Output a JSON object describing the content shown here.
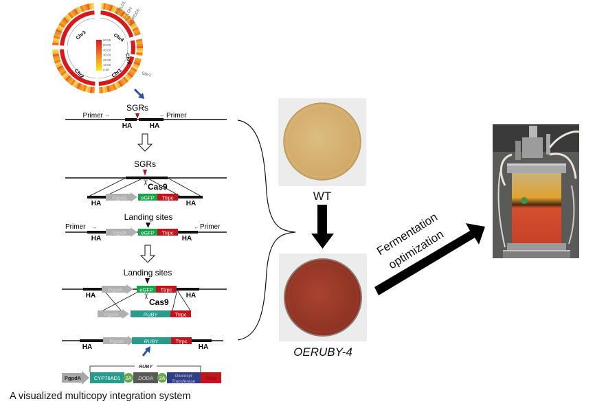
{
  "figure_title": "A visualized multicopy integration system",
  "circos": {
    "chromosomes": [
      "Chr1",
      "Chr2",
      "Chr3",
      "Chr4",
      "Chr5"
    ],
    "gene_labels": [
      "FvBLD1",
      "FvLDH",
      "FvPDC6",
      "Site1"
    ],
    "legend_values": [
      "60.00",
      "50.00",
      "40.00",
      "30.00",
      "20.00",
      "10.00",
      "0.00"
    ],
    "legend_colors": {
      "high": "#d7191c",
      "mid": "#f07d2a",
      "low": "#ffee00"
    }
  },
  "steps": {
    "step1": {
      "site_label": "SGRs",
      "primer_left": "Primer",
      "primer_right": "Primer",
      "ha_left": "HA",
      "ha_right": "HA"
    },
    "step2": {
      "site_label": "SGRs",
      "nuclease": "Cas9",
      "ha_left": "HA",
      "ha_right": "HA",
      "promoter": "PgpdA",
      "reporter": "eGFP",
      "terminator": "Ttrpc"
    },
    "step3": {
      "site_label": "Landing sites",
      "primer_left": "Primer",
      "primer_right": "Primer",
      "ha_left": "HA",
      "ha_right": "HA",
      "promoter": "PgpdA",
      "reporter": "eGFP",
      "terminator": "Ttrpc"
    },
    "step4": {
      "site_label": "Landing sites",
      "nuclease": "Cas9",
      "ha_left": "HA",
      "ha_right": "HA",
      "promoter": "PgpdA",
      "reporter": "eGFP",
      "terminator": "Ttrpc",
      "donor_promoter": "PgpdA",
      "donor_gene": "RUBY",
      "donor_terminator": "Ttrpc"
    },
    "step5": {
      "ha_left": "HA",
      "ha_right": "HA",
      "promoter": "PgpdA",
      "gene": "RUBY",
      "terminator": "Ttrpc"
    }
  },
  "ruby_cassette": {
    "bracket_label": "RUBY",
    "promoter": "PgpdA",
    "parts": [
      "CYP76AD1",
      "2A",
      "DODA",
      "2A",
      "Glucosyl",
      "Transferase"
    ],
    "terminator": "Ttrpc"
  },
  "plates": {
    "wt_label": "WT",
    "mutant_label": "OERUBY-4",
    "wt_color": "#d6b374",
    "mutant_color": "#9c3b2a"
  },
  "fermentation": {
    "line1": "Fermentation",
    "line2": "optimization"
  },
  "colors": {
    "egfp": "#17a34a",
    "ttrpc": "#c0151c",
    "ruby": "#2a9a8c",
    "promoter": "#b0b0b0",
    "doda": "#5a5a5a",
    "glucosyl": "#2f3f86",
    "linker2a": "#6aa84f",
    "arrow_blue": "#2f4f9a",
    "site_red": "#b3141b"
  }
}
